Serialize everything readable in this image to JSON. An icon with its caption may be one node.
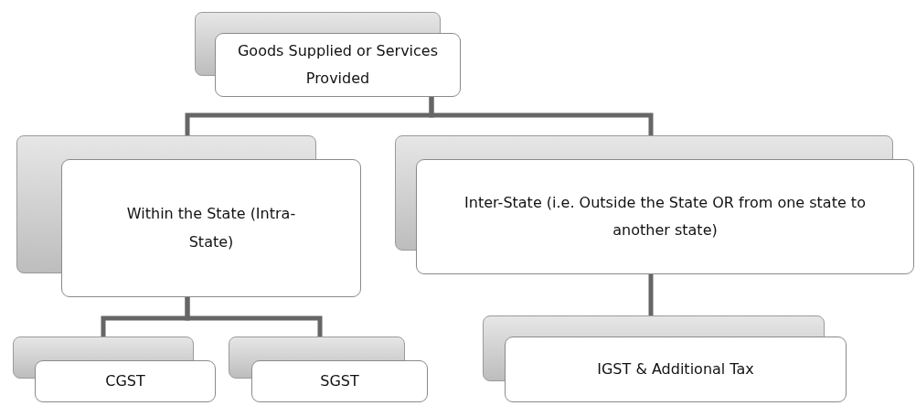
{
  "diagram": {
    "nodes": [
      {
        "text": [
          "Goods Supplied or Services Provided"
        ]
      },
      {
        "text": [
          "Within the State (Intra-State)"
        ]
      },
      {
        "text": [
          "Inter-State (i.e. Outside the State OR from one state to another state)"
        ]
      },
      {
        "text": [
          "CGST"
        ]
      },
      {
        "text": [
          "SGST"
        ]
      },
      {
        "text": [
          "IGST & Additional Tax"
        ]
      }
    ],
    "edges": [
      {
        "from": 0,
        "to": 1,
        "arrow": "none"
      },
      {
        "from": 0,
        "to": 2,
        "arrow": "none"
      },
      {
        "from": 1,
        "to": 3,
        "arrow": "none"
      },
      {
        "from": 1,
        "to": 4,
        "arrow": "none"
      },
      {
        "from": 2,
        "to": 5,
        "arrow": "none"
      }
    ]
  }
}
